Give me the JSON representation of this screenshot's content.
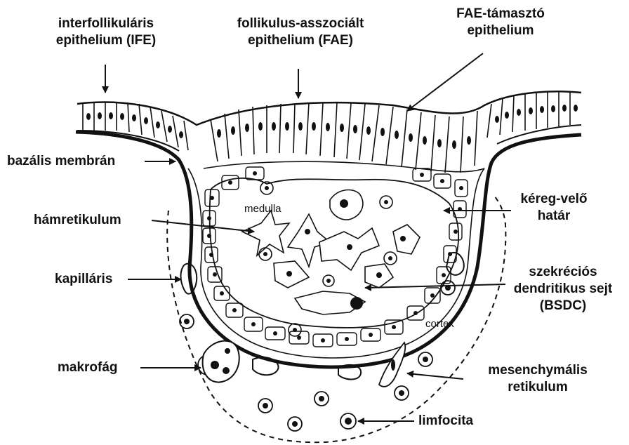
{
  "labels": {
    "ife_line1": "interfollikuláris",
    "ife_line2": "epithelium (IFE)",
    "fae_line1": "follikulus-asszociált",
    "fae_line2": "epithelium (FAE)",
    "fae_support_line1": "FAE-támasztó",
    "fae_support_line2": "epithelium",
    "basal_membrane": "bazális membrán",
    "epithelial_reticulum": "hámretikulum",
    "capillary": "kapilláris",
    "macrophage": "makrofág",
    "cortico_medullary_line1": "kéreg-velő",
    "cortico_medullary_line2": "határ",
    "bsdc_line1": "szekréciós",
    "bsdc_line2": "dendritikus sejt",
    "bsdc_line3": "(BSDC)",
    "mesenchymal_line1": "mesenchymális",
    "mesenchymal_line2": "retikulum",
    "lymphocyte": "limfocita",
    "medulla": "medulla",
    "cortex": "cortex"
  },
  "colors": {
    "ink": "#111111",
    "background": "#ffffff"
  }
}
